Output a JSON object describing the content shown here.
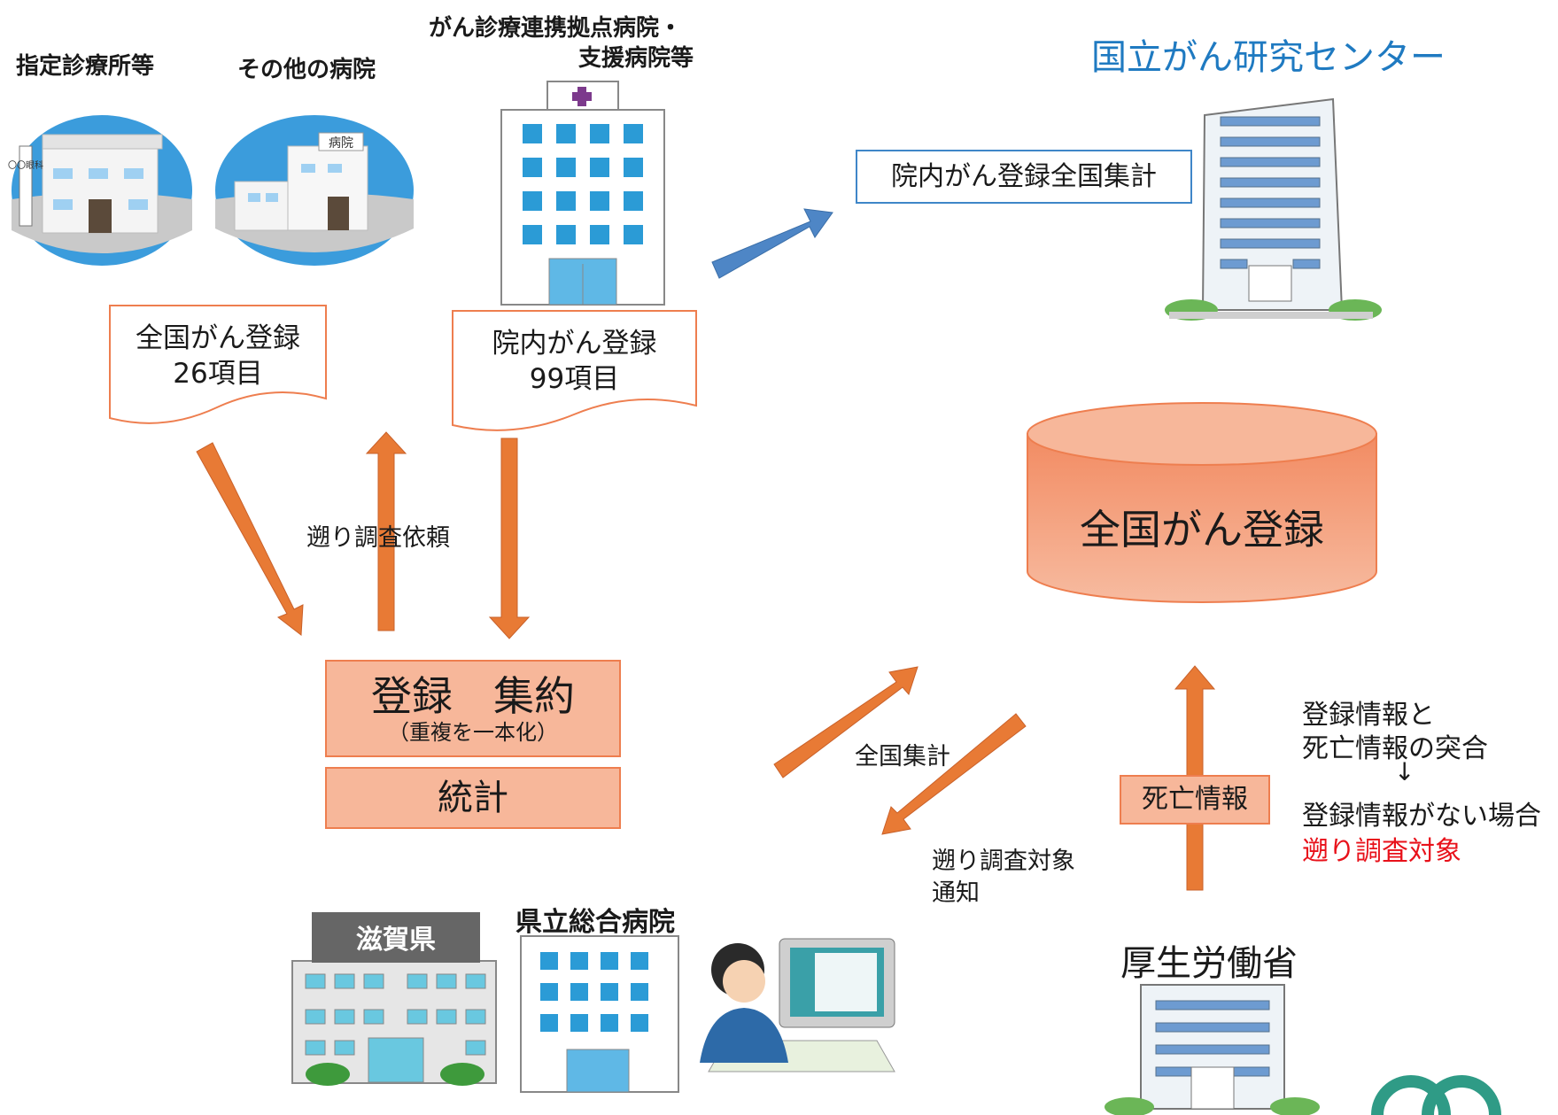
{
  "top_left": {
    "clinic_label": "指定診療所等",
    "other_hospital_label": "その他の病院",
    "clinic_sign": "〇〇眼科",
    "hospital_sign": "病院"
  },
  "base_hospital": {
    "label_line1": "がん診療連携拠点病院・",
    "label_line2": "支援病院等"
  },
  "docs": {
    "national_line1": "全国がん登録",
    "national_line2": "26項目",
    "hospital_line1": "院内がん登録",
    "hospital_line2": "99項目"
  },
  "ncc": {
    "title": "国立がん研究センター",
    "summary_box": "院内がん登録全国集計"
  },
  "database": {
    "label": "全国がん登録"
  },
  "center": {
    "register_title": "登録　集約",
    "register_sub": "（重複を一本化）",
    "stats": "統計"
  },
  "arrows": {
    "retro_request": "遡り調査依頼",
    "national_agg": "全国集計",
    "retro_notice_line1": "遡り調査対象",
    "retro_notice_line2": "通知"
  },
  "death": {
    "box": "死亡情報",
    "note_line1": "登録情報と",
    "note_line2": "死亡情報の突合",
    "note_arrow": "↓",
    "note_line3": "登録情報がない場合",
    "note_line4": "遡り調査対象"
  },
  "bottom": {
    "shiga": "滋賀県",
    "prefectural_hospital": "県立総合病院",
    "mhlw": "厚生労働省"
  },
  "colors": {
    "orange_arrow": "#e87a35",
    "blue_arrow": "#4e86c6",
    "db_fill": "#f4a27c",
    "box_fill": "#f7b79a",
    "title_blue": "#1f7ac1",
    "alert_red": "#e8111a"
  }
}
